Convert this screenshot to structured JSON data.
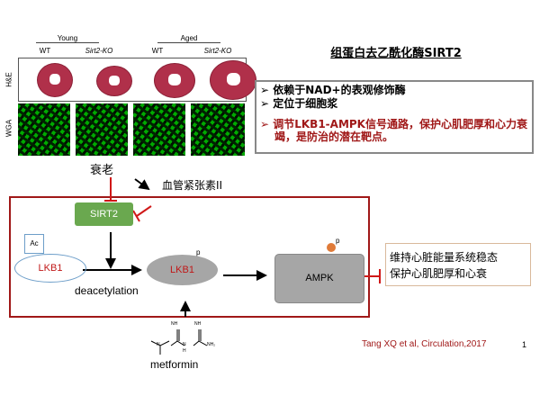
{
  "title": "组蛋白去乙酰化酶SIRT2",
  "bullets": [
    {
      "text": "依赖于NAD+的表观修饰酶",
      "color": "#000000"
    },
    {
      "text": "定位于细胞浆",
      "color": "#000000"
    },
    {
      "text": "调节LKB1-AMPK信号通路，保护心肌肥厚和心力衰竭，是防治的潜在靶点。",
      "color": "#a01818"
    }
  ],
  "figure": {
    "groups": [
      "Young",
      "Aged"
    ],
    "columns": [
      "WT",
      "Sirt2-KO",
      "WT",
      "Sirt2-KO"
    ],
    "rows": [
      "H&E",
      "WGA"
    ]
  },
  "diagram": {
    "aging": "衰老",
    "angiotensin": "血管紧张素II",
    "sirt2": "SIRT2",
    "ac": "Ac",
    "lkb1_left": "LKB1",
    "lkb1_right": "LKB1",
    "p1": "p",
    "p2": "p",
    "ampk": "AMPK",
    "deacetylation": "deacetylation",
    "metformin": "metformin",
    "outcome_line1": "维持心脏能量系统稳态",
    "outcome_line2": "保护心肌肥厚和心衰",
    "nh1": "NH",
    "nh2": "NH",
    "n": "N",
    "nh": "N",
    "h": "H",
    "nh2_label": "NH₂"
  },
  "citation": "Tang XQ et al, Circulation,2017",
  "page_number": "1",
  "colors": {
    "red": "#b01c1c",
    "sirt2_green": "#6aa84f",
    "gray": "#a6a6a6",
    "orange": "#e07b39"
  }
}
